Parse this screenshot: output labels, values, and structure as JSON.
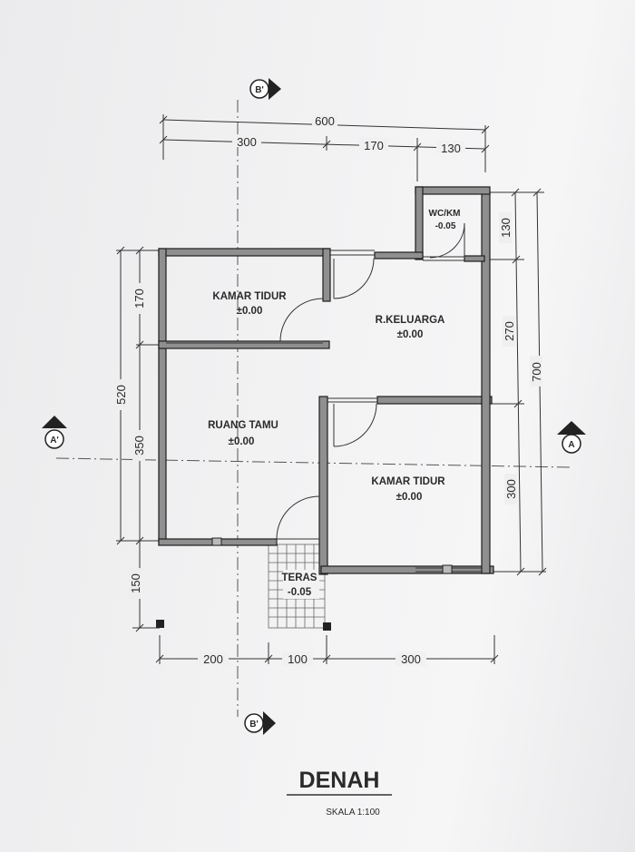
{
  "plan": {
    "title": "DENAH",
    "scale": "SKALA 1:100",
    "rooms": {
      "kamar_tidur_1": {
        "name": "KAMAR TIDUR",
        "level": "±0.00"
      },
      "r_keluarga": {
        "name": "R.KELUARGA",
        "level": "±0.00"
      },
      "wc_km": {
        "name": "WC/KM",
        "level": "-0.05"
      },
      "ruang_tamu": {
        "name": "RUANG TAMU",
        "level": "±0.00"
      },
      "kamar_tidur_2": {
        "name": "KAMAR TIDUR",
        "level": "±0.00"
      },
      "teras": {
        "name": "TERAS",
        "level": "-0.05"
      }
    },
    "dimensions": {
      "top_total": "600",
      "top_a": "300",
      "top_b": "170",
      "top_c": "130",
      "bottom_a": "200",
      "bottom_b": "100",
      "bottom_c": "300",
      "left_total": "520",
      "left_a": "170",
      "left_b": "350",
      "left_c": "150",
      "right_total": "700",
      "right_a": "130",
      "right_b": "270",
      "right_c": "300"
    },
    "section_markers": {
      "b_top": "B'",
      "b_bottom": "B'",
      "a_left": "A'",
      "a_right": "A"
    }
  }
}
